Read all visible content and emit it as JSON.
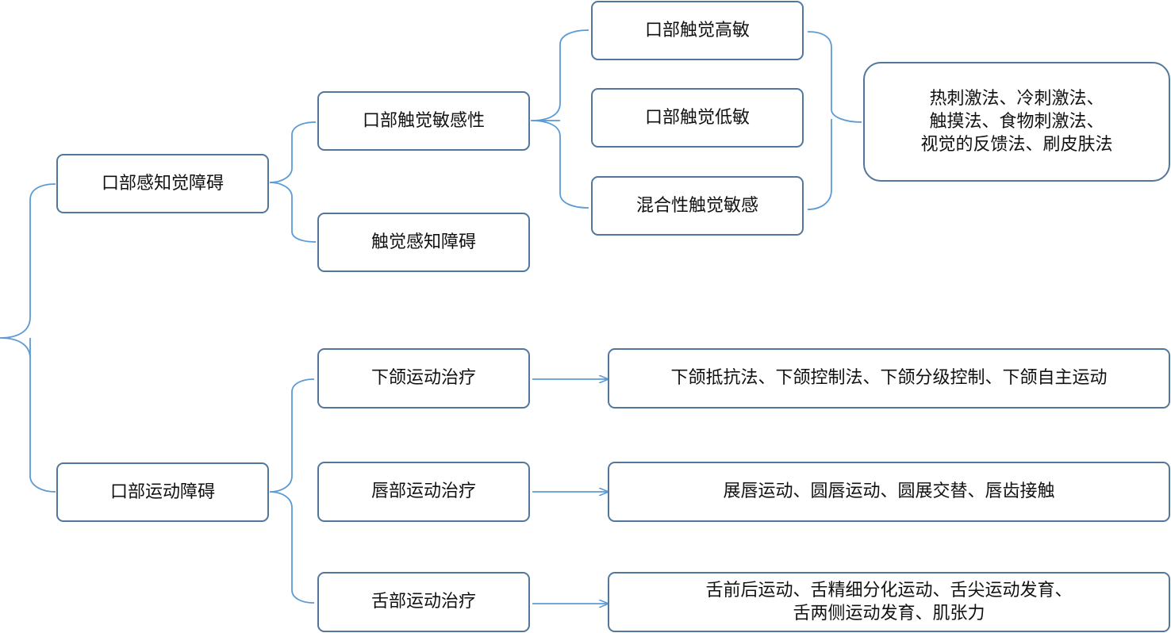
{
  "diagram": {
    "root_branches": {
      "perception": {
        "label": "口部感知觉障碍",
        "children": {
          "tactile_sensitivity": {
            "label": "口部触觉敏感性",
            "subtypes": [
              "口部触觉高敏",
              "口部触觉低敏",
              "混合性触觉敏感"
            ],
            "methods": "热刺激法、冷刺激法、\n触摸法、食物刺激法、\n视觉的反馈法、刷皮肤法"
          },
          "tactile_perception": {
            "label": "触觉感知障碍"
          }
        }
      },
      "motor": {
        "label": "口部运动障碍",
        "therapies": [
          {
            "label": "下颌运动治疗",
            "methods": "下颌抵抗法、下颌控制法、下颌分级控制、下颌自主运动"
          },
          {
            "label": "唇部运动治疗",
            "methods": "展唇运动、圆唇运动、圆展交替、唇齿接触"
          },
          {
            "label": "舌部运动治疗",
            "methods": "舌前后运动、舌精细分化运动、舌尖运动发育、\n舌两侧运动发育、肌张力"
          }
        ]
      }
    }
  },
  "colors": {
    "line": "#5b9bd5",
    "box_border": "#51779c",
    "text": "#111111"
  }
}
